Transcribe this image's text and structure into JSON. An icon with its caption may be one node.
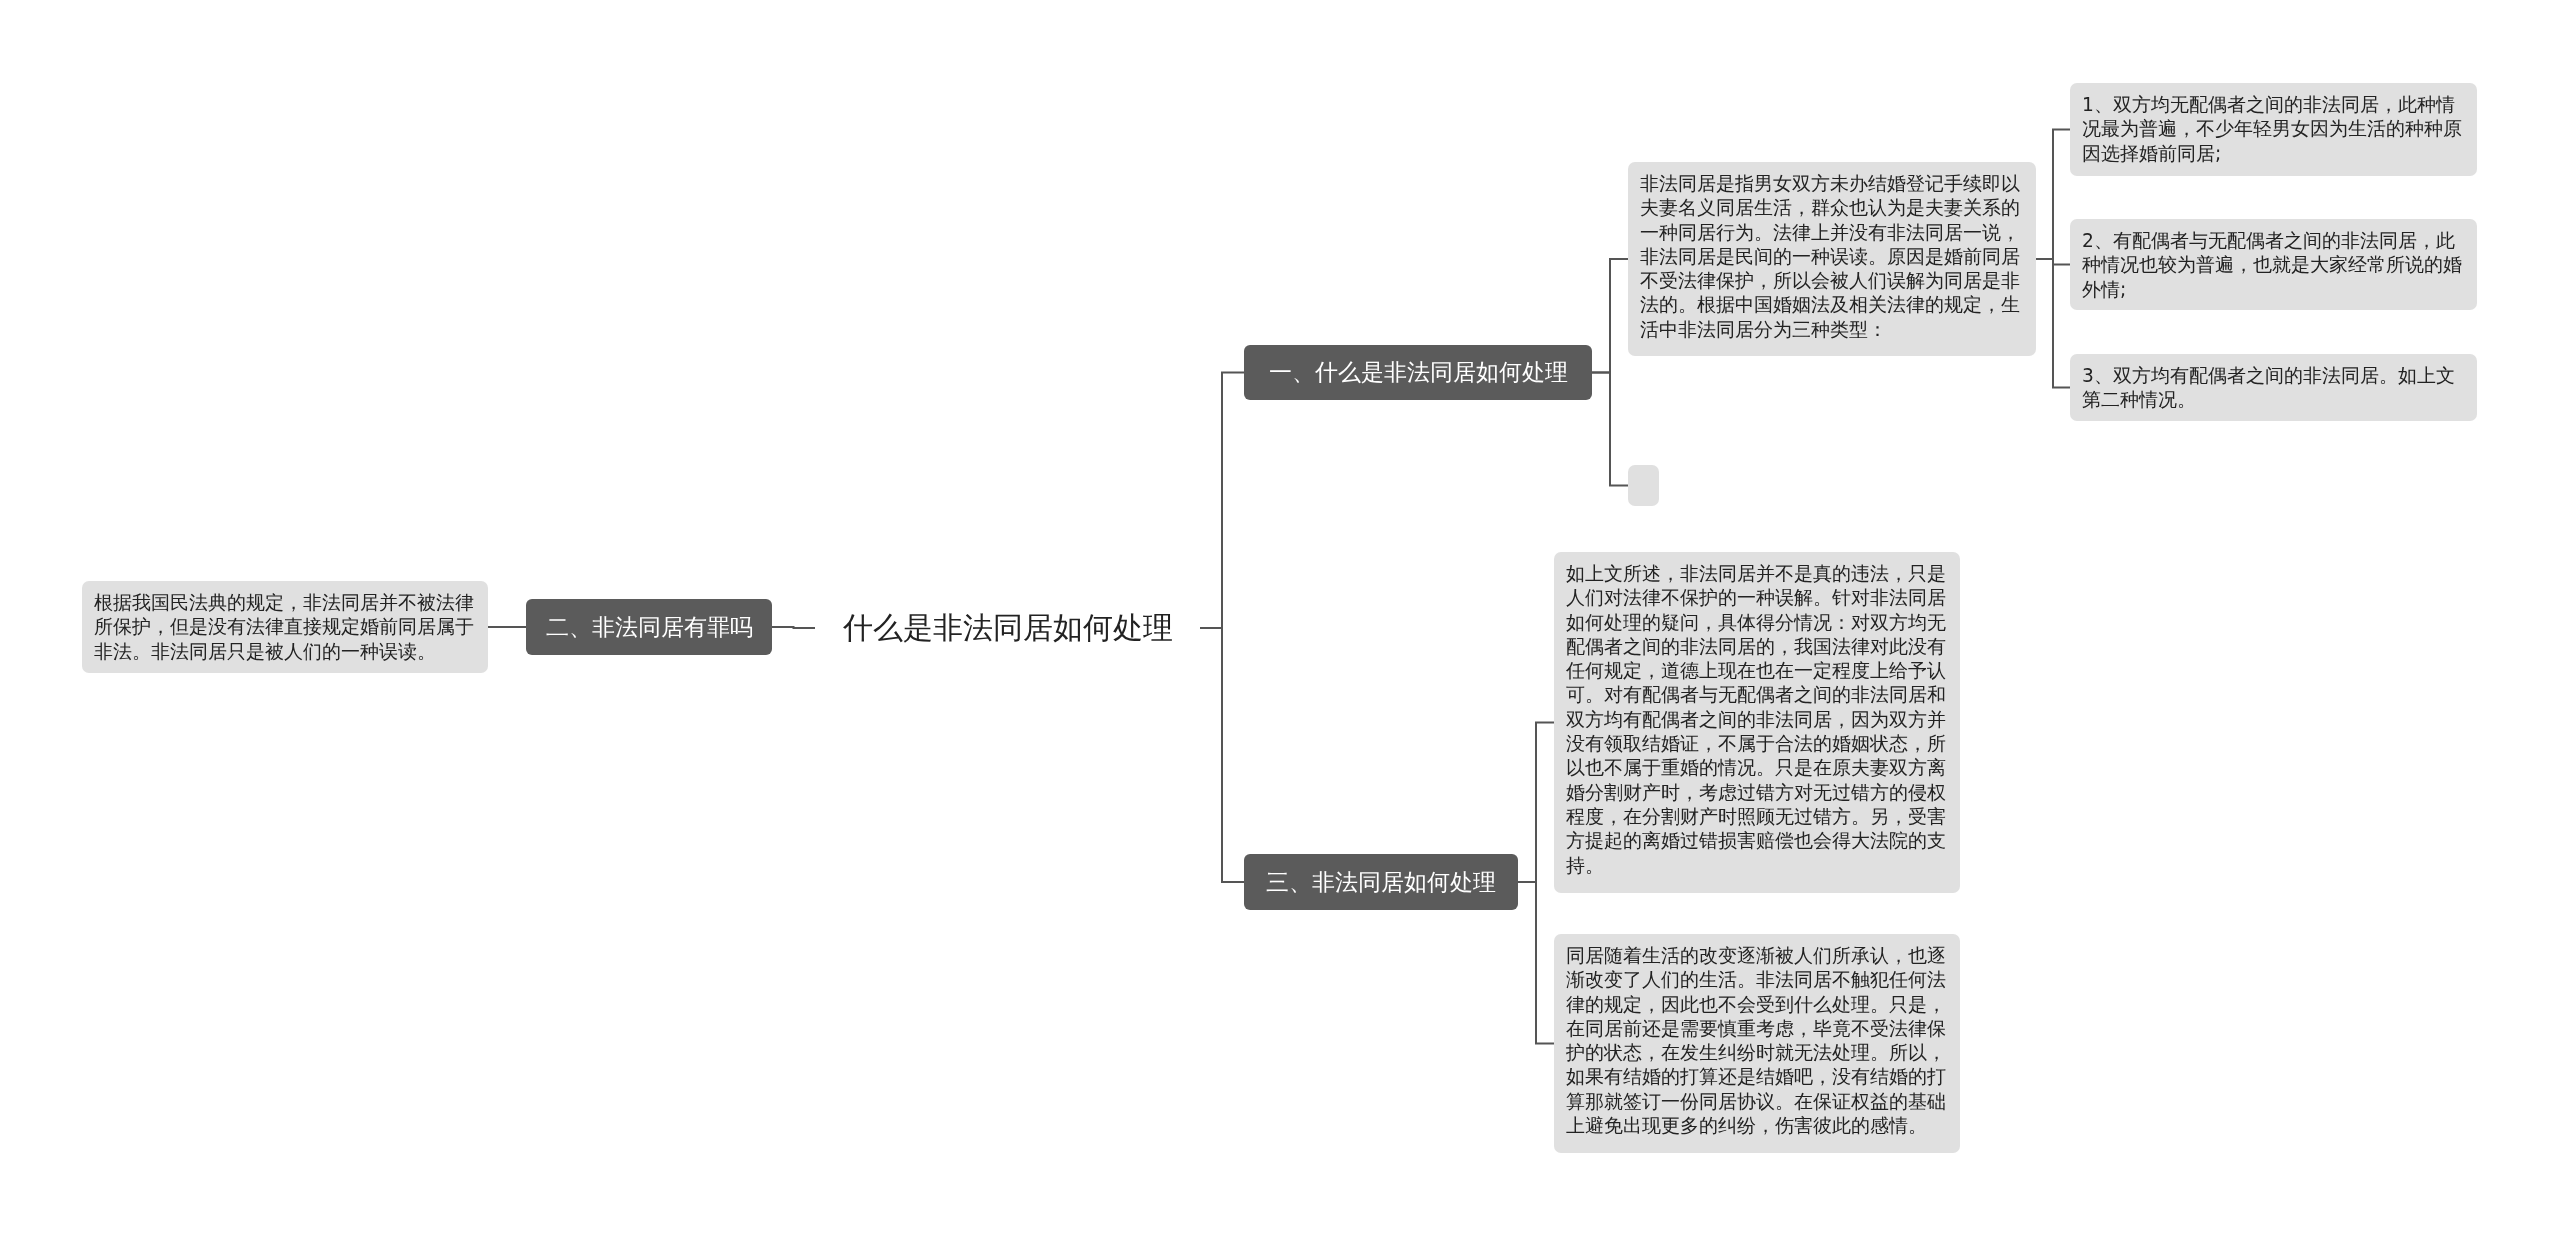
{
  "diagram": {
    "nodes": [
      {
        "text": [
          "什么是非法同居如何处理"
        ]
      },
      {
        "text": [
          "一、什么是非法同居如何处理"
        ]
      },
      {
        "text": [
          "非法同居是指男女双方未办结婚登记手续即以夫妻名义同居生活，群众也认为是夫妻关系的一种同居行为。法律上并没有非法同居一说，非法同居是民间的一种误读。原因是婚前同居不受法律保护，所以会被人们误解为同居是非法的。根据中国婚姻法及相关法律的规定，生活中非法同居分为三种类型："
        ]
      },
      {
        "text": [
          "1、双方均无配偶者之间的非法同居，此种情况最为普遍，不少年轻男女因为生活的种种原因选择婚前同居;"
        ]
      },
      {
        "text": [
          "2、有配偶者与无配偶者之间的非法同居，此种情况也较为普遍，也就是大家经常所说的婚外情;"
        ]
      },
      {
        "text": [
          "3、双方均有配偶者之间的非法同居。如上文第二种情况。"
        ]
      },
      {
        "text": [],
        "shape": "box"
      },
      {
        "text": [
          "二、非法同居有罪吗"
        ]
      },
      {
        "text": [
          "根据我国民法典的规定，非法同居并不被法律所保护，但是没有法律直接规定婚前同居属于非法。非法同居只是被人们的一种误读。"
        ]
      },
      {
        "text": [
          "三、非法同居如何处理"
        ]
      },
      {
        "text": [
          "如上文所述，非法同居并不是真的违法，只是人们对法律不保护的一种误解。针对非法同居如何处理的疑问，具体得分情况：对双方均无配偶者之间的非法同居的，我国法律对此没有任何规定，道德上现在也在一定程度上给予认可。对有配偶者与无配偶者之间的非法同居和双方均有配偶者之间的非法同居，因为双方并没有领取结婚证，不属于合法的婚姻状态，所以也不属于重婚的情况。只是在原夫妻双方离婚分割财产时，考虑过错方对无过错方的侵权程度，在分割财产时照顾无过错方。另，受害方提起的离婚过错损害赔偿也会得大法院的支持。"
        ]
      },
      {
        "text": [
          "同居随着生活的改变逐渐被人们所承认，也逐渐改变了人们的生活。非法同居不触犯任何法律的规定，因此也不会受到什么处理。只是，在同居前还是需要慎重考虑，毕竟不受法律保护的状态，在发生纠纷时就无法处理。所以，如果有结婚的打算还是结婚吧，没有结婚的打算那就签订一份同居协议。在保证权益的基础上避免出现更多的纠纷，伤害彼此的感情。"
        ]
      }
    ],
    "edges": [
      {
        "from": 0,
        "to": 1,
        "arrow": "none"
      },
      {
        "from": 0,
        "to": 7,
        "arrow": "none"
      },
      {
        "from": 0,
        "to": 9,
        "arrow": "none"
      },
      {
        "from": 1,
        "to": 2,
        "arrow": "none"
      },
      {
        "from": 1,
        "to": 6,
        "arrow": "none"
      },
      {
        "from": 2,
        "to": 3,
        "arrow": "none"
      },
      {
        "from": 2,
        "to": 4,
        "arrow": "none"
      },
      {
        "from": 2,
        "to": 5,
        "arrow": "none"
      },
      {
        "from": 7,
        "to": 8,
        "arrow": "none"
      },
      {
        "from": 9,
        "to": 10,
        "arrow": "none"
      },
      {
        "from": 9,
        "to": 11,
        "arrow": "none"
      }
    ]
  }
}
